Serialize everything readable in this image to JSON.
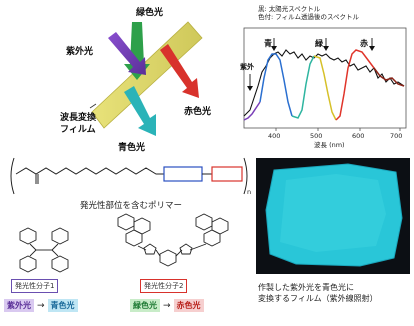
{
  "diagram": {
    "labels": {
      "green_light": "緑色光",
      "uv_light_top": "紫外光",
      "red_light": "赤色光",
      "blue_light": "青色光",
      "film_line1": "波長変換",
      "film_line2": "フィルム"
    }
  },
  "spectrum": {
    "legend_line1": "黒: 太陽光スペクトル",
    "legend_line2": "色付: フィルム透過後のスペクトル",
    "peak_blue": "青",
    "peak_green": "緑",
    "peak_red": "赤",
    "peak_uv": "紫外",
    "ticks": [
      "400",
      "500",
      "600",
      "700"
    ],
    "xlabel": "波長 (nm)"
  },
  "polymer": {
    "caption": "発光性部位を含むポリマー",
    "subscript": "n"
  },
  "molecules": {
    "m1_tag": "発光性分子1",
    "m2_tag": "発光性分子2",
    "m1_from": "紫外光",
    "m1_to": "青色光",
    "m2_from": "緑色光",
    "m2_to": "赤色光",
    "arrow": "→"
  },
  "photo": {
    "caption_line1": "作製した紫外光を青色光に",
    "caption_line2": "変換するフィルム（紫外線照射）"
  },
  "colors": {
    "film": "#ddd96a",
    "uv": "#7a3fb8",
    "green": "#2ea04a",
    "red": "#d8322c",
    "blue": "#2ab3b8",
    "film_photo": "#29c6d8"
  }
}
